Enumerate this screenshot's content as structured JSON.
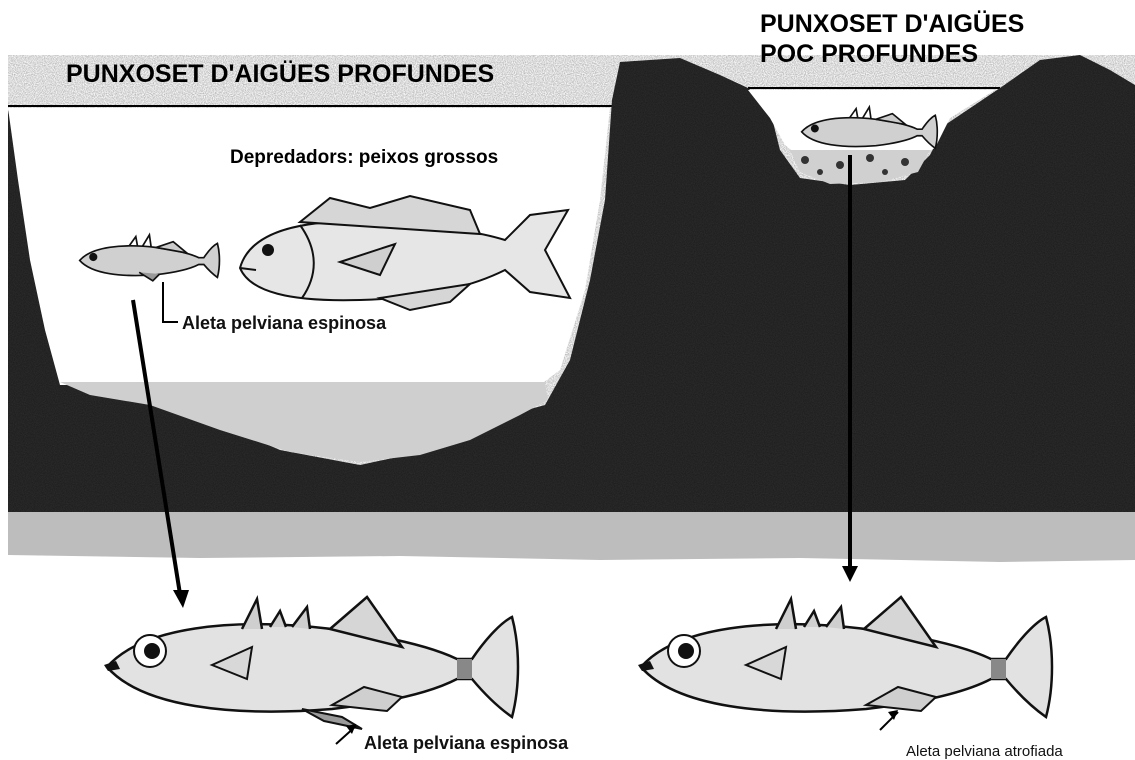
{
  "titles": {
    "deep": "PUNXOSET D'AIGÜES PROFUNDES",
    "shallow_line1": "PUNXOSET D'AIGÜES",
    "shallow_line2": "POC PROFUNDES"
  },
  "labels": {
    "predators": "Depredadors: peixos grossos",
    "spiny_fin_small": "Aleta pelviana espinosa",
    "spiny_fin_large": "Aleta pelviana espinosa",
    "atrophied_fin": "Aleta pelviana atrofiada"
  },
  "colors": {
    "rock": "#2b2b2b",
    "water": "#ffffff",
    "sediment": "#c9c9c9",
    "fish_body": "#e4e4e4",
    "fish_outline": "#111111"
  }
}
